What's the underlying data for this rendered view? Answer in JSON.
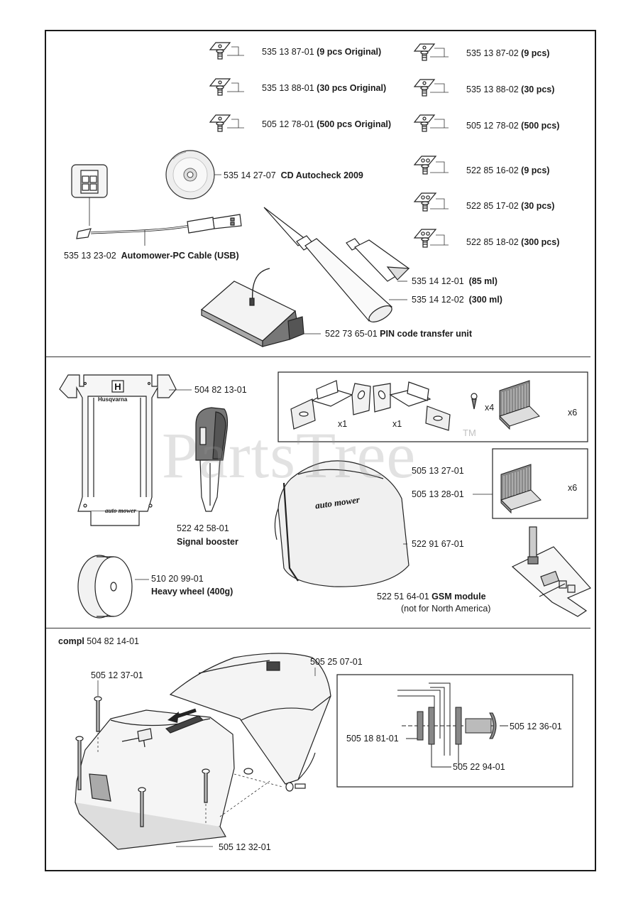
{
  "parts": {
    "blade_9_orig": {
      "num": "535 13 87-01",
      "desc": "(9 pcs Original)"
    },
    "blade_30_orig": {
      "num": "535 13 88-01",
      "desc": "(30 pcs Original)"
    },
    "blade_500_orig": {
      "num": "505 12 78-01",
      "desc": "(500 pcs Original)"
    },
    "blade_9": {
      "num": "535 13 87-02",
      "desc": "(9 pcs)"
    },
    "blade_30": {
      "num": "535 13 88-02",
      "desc": "(30 pcs)"
    },
    "blade_500": {
      "num": "505 12 78-02",
      "desc": "(500 pcs)"
    },
    "cd": {
      "num": "535 14 27-07",
      "desc": "CD Autocheck 2009"
    },
    "blade2_9": {
      "num": "522 85 16-02",
      "desc": "(9 pcs)"
    },
    "blade2_30": {
      "num": "522 85 17-02",
      "desc": "(30 pcs)"
    },
    "blade2_300": {
      "num": "522 85 18-02",
      "desc": "(300 pcs)"
    },
    "cable": {
      "num": "535 13 23-02",
      "desc": "Automower-PC Cable (USB)"
    },
    "grease_85": {
      "num": "535 14 12-01",
      "desc": "(85 ml)"
    },
    "grease_300": {
      "num": "535 14 12-02",
      "desc": "(300 ml)"
    },
    "pin_unit": {
      "num": "522 73 65-01",
      "desc": "PIN code transfer unit"
    },
    "wall_hanger": {
      "num": "504 82 13-01"
    },
    "signal_booster": {
      "num": "522 42 58-01",
      "desc": "Signal booster"
    },
    "brush_kit": {
      "num": "505 13 27-01"
    },
    "brush": {
      "num": "505 13 28-01"
    },
    "bag": {
      "num": "522 91 67-01"
    },
    "heavy_wheel": {
      "num": "510 20 99-01",
      "desc": "Heavy wheel (400g)"
    },
    "gsm": {
      "num": "522 51 64-01",
      "desc": "GSM module",
      "note": "(not for North America)"
    },
    "garage_compl": {
      "prefix": "compl",
      "num": "504 82 14-01"
    },
    "screw_37": {
      "num": "505 12 37-01"
    },
    "roof": {
      "num": "505 25 07-01"
    },
    "base": {
      "num": "505 12 32-01"
    },
    "washer_81": {
      "num": "505 18 81-01"
    },
    "screw_36": {
      "num": "505 12 36-01"
    },
    "washer_94": {
      "num": "505 22 94-01"
    }
  },
  "quantities": {
    "clip_left": "x1",
    "clip_right": "x1",
    "screws": "x4",
    "brushes_kit": "x6",
    "brushes": "x6"
  },
  "brand": {
    "hanger_logo": "Husqvarna",
    "hanger_text": "auto mower",
    "bag_text": "auto mower"
  },
  "watermark": {
    "text": "PartsTree",
    "tm": "TM"
  }
}
